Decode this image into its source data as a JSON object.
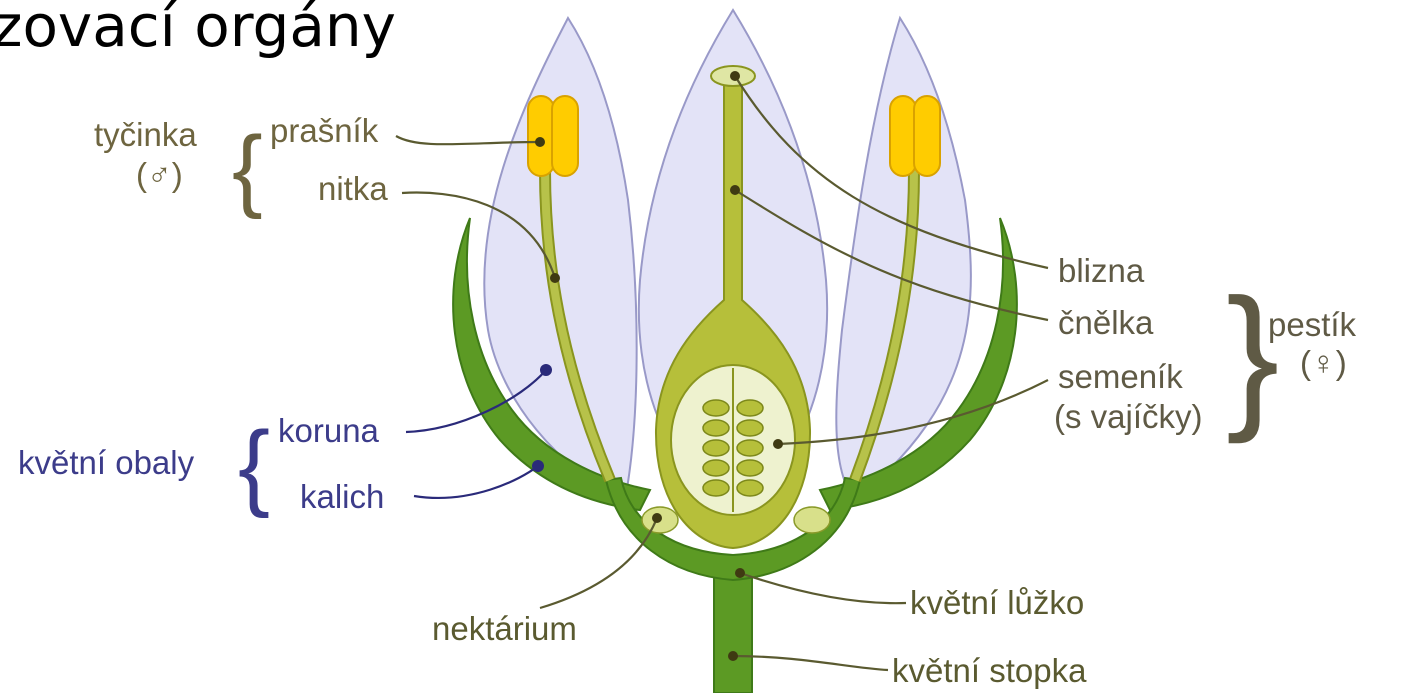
{
  "heading": "zovací orgány",
  "colors": {
    "petal_fill": "#e3e3f7",
    "petal_stroke": "#9999c8",
    "sepal": "#5c9a24",
    "sepal_dark": "#3f7a18",
    "pistil": "#b6bf3a",
    "pistil_light": "#dfe6a4",
    "ovary_inner": "#eef2cf",
    "anther": "#ffcc00",
    "filament": "#b7c24a",
    "male_label": "#6e6540",
    "female_label": "#5f5a45",
    "perianth_label": "#3c3c8a",
    "leader_line": "#5a5a30",
    "dot_dark": "#3f3a12",
    "dot_blue": "#2a2a7a"
  },
  "labels": {
    "stamen": {
      "name": "tyčinka",
      "symbol": "(♂)",
      "anther": "prašník",
      "filament": "nitka"
    },
    "pistil": {
      "name": "pestík",
      "symbol": "(♀)",
      "stigma": "blizna",
      "style": "čnělka",
      "ovary_line1": "semeník",
      "ovary_line2": "(s vajíčky)"
    },
    "perianth": {
      "name": "květní obaly",
      "corolla": "koruna",
      "calyx": "kalich"
    },
    "nectary": "nektárium",
    "receptacle": "květní lůžko",
    "pedicel": "květní stopka"
  }
}
